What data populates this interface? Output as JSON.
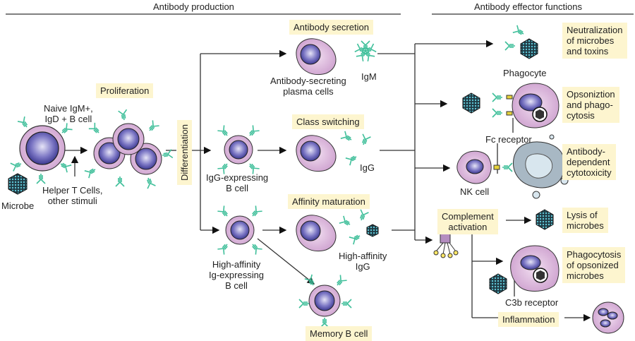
{
  "headers": {
    "production": "Antibody production",
    "effector": "Antibody effector functions"
  },
  "stages": {
    "proliferation": "Proliferation",
    "differentiation": "Differentiation",
    "antibody_secretion": "Antibody secretion",
    "class_switching": "Class switching",
    "affinity_maturation": "Affinity maturation",
    "memory_b_cell": "Memory B cell",
    "complement_activation": "Complement activation",
    "inflammation": "Inflammation"
  },
  "labels": {
    "naive_cell": "Naive IgM+, IgD + B cell",
    "naive_line1": "Naive IgM+,",
    "naive_line2": "IgD + B cell",
    "microbe": "Microbe",
    "helper_line1": "Helper T Cells,",
    "helper_line2": "other stimuli",
    "plasma_line1": "Antibody-secreting",
    "plasma_line2": "plasma cells",
    "igm": "IgM",
    "igg_expr_line1": "IgG-expressing",
    "igg_expr_line2": "B cell",
    "igg": "IgG",
    "hiaff_line1": "High-affinity",
    "hiaff_line2": "Ig-expressing",
    "hiaff_line3": "B cell",
    "hiaff_igg_line1": "High-affinity",
    "hiaff_igg_line2": "IgG",
    "phagocyte": "Phagocyte",
    "fc_receptor": "Fc receptor",
    "nk_cell": "NK cell",
    "c3b_receptor": "C3b receptor",
    "complement_line1": "Complement",
    "complement_line2": "activation"
  },
  "effects": {
    "neutralization": [
      "Neutralization",
      "of microbes",
      "and toxins"
    ],
    "opsonization": [
      "Opsoniztion",
      "and phago-",
      "cytosis"
    ],
    "adcc": [
      "Antibody-",
      "dependent",
      "cytotoxicity"
    ],
    "lysis": [
      "Lysis of",
      "microbes"
    ],
    "phago_opsonized": [
      "Phagocytosis",
      "of opsonized",
      "microbes"
    ]
  },
  "colors": {
    "label_bg": "#fdf5cf",
    "cell_outer": "#d8b5d8",
    "nucleus": "#5a55a8",
    "antibody": "#3fbf9a",
    "line": "#333333"
  }
}
